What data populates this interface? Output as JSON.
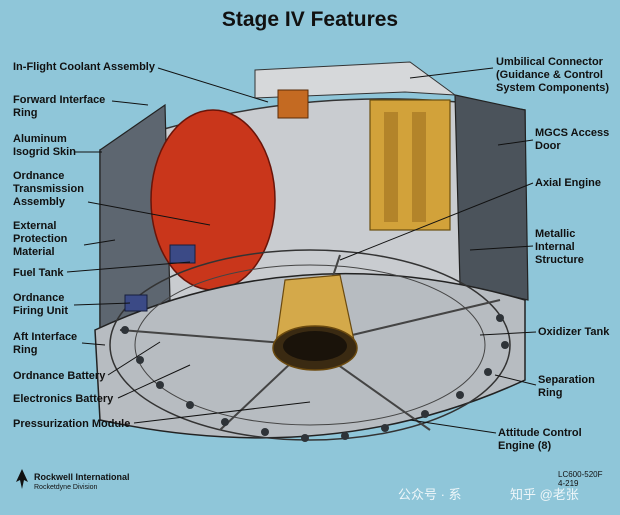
{
  "title": "Stage IV Features",
  "labels_left": [
    {
      "id": "in-flight-coolant-assembly",
      "text": "In-Flight Coolant Assembly"
    },
    {
      "id": "forward-interface-ring",
      "text": "Forward Interface\nRing"
    },
    {
      "id": "aluminum-isogrid-skin",
      "text": "Aluminum\nIsogrid Skin"
    },
    {
      "id": "ordnance-transmission-assembly",
      "text": "Ordnance\nTransmission\nAssembly"
    },
    {
      "id": "external-protection-material",
      "text": "External\nProtection\nMaterial"
    },
    {
      "id": "fuel-tank",
      "text": "Fuel Tank"
    },
    {
      "id": "ordnance-firing-unit",
      "text": "Ordnance\nFiring Unit"
    },
    {
      "id": "aft-interface-ring",
      "text": "Aft Interface\nRing"
    },
    {
      "id": "ordnance-battery",
      "text": "Ordnance Battery"
    },
    {
      "id": "electronics-battery",
      "text": "Electronics Battery"
    },
    {
      "id": "pressurization-module",
      "text": "Pressurization Module"
    }
  ],
  "labels_right": [
    {
      "id": "umbilical-connector",
      "text": "Umbilical Connector\n(Guidance & Control\nSystem Components)"
    },
    {
      "id": "mgcs-access-door",
      "text": "MGCS Access\nDoor"
    },
    {
      "id": "axial-engine",
      "text": "Axial Engine"
    },
    {
      "id": "metallic-internal-structure",
      "text": "Metallic\nInternal\nStructure"
    },
    {
      "id": "oxidizer-tank",
      "text": "Oxidizer Tank"
    },
    {
      "id": "separation-ring",
      "text": "Separation\nRing"
    },
    {
      "id": "attitude-control-engine",
      "text": "Attitude Control\nEngine (8)"
    }
  ],
  "footer": {
    "company": "Rockwell International",
    "division": "Rocketdyne Division",
    "code": "LC600-520F",
    "code2": "4-219",
    "watermark": "公众号 · 系",
    "watermark2": "知乎 @老张"
  }
}
